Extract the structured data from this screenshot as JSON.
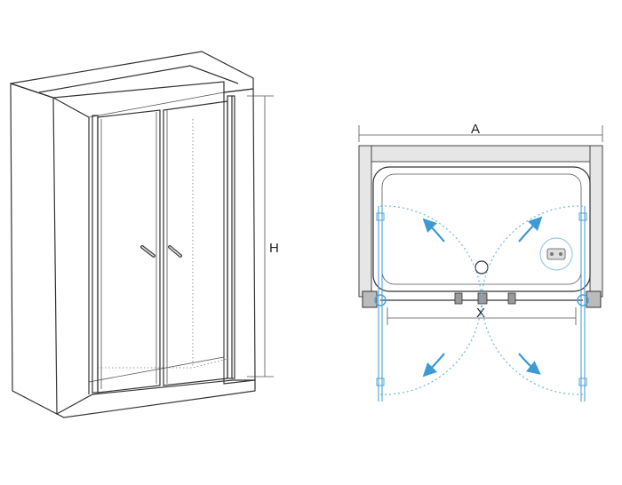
{
  "labels": {
    "height": "H",
    "width_total": "A",
    "width_opening": "X"
  },
  "colors": {
    "line": "#333333",
    "wall_fill": "#ffffff",
    "shadow": "#e8e8e8",
    "swing": "#4aa3d8"
  }
}
